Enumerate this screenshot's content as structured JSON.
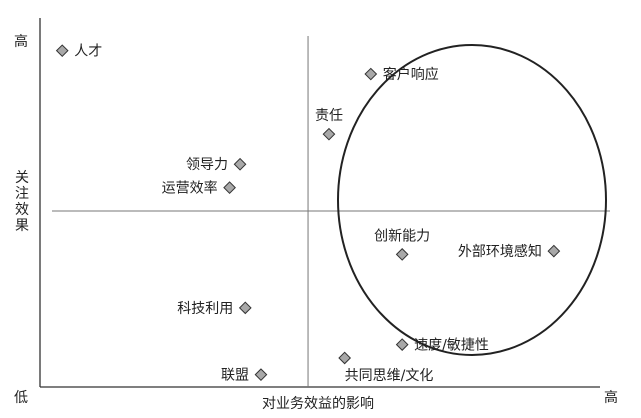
{
  "chart_data": {
    "type": "scatter",
    "xlabel": "对业务效益的影响",
    "ylabel": "关注效果",
    "x_low_label": "低",
    "x_high_label": "高",
    "y_high_label": "高",
    "marker_color": "#a8a8a8",
    "axis_color": "#333333",
    "divider_color": "#777777",
    "xlim": [
      0,
      100
    ],
    "ylim": [
      0,
      100
    ],
    "quadrant_split": {
      "x": 48,
      "y": 50
    },
    "points": [
      {
        "label": "人才",
        "x": 1,
        "y": 98,
        "label_side": "right"
      },
      {
        "label": "客户响应",
        "x": 60,
        "y": 91,
        "label_side": "right"
      },
      {
        "label": "责任",
        "x": 52,
        "y": 73,
        "label_side": "above"
      },
      {
        "label": "领导力",
        "x": 35,
        "y": 64,
        "label_side": "left"
      },
      {
        "label": "运营效率",
        "x": 33,
        "y": 57,
        "label_side": "left"
      },
      {
        "label": "创新能力",
        "x": 66,
        "y": 37,
        "label_side": "above"
      },
      {
        "label": "外部环境感知",
        "x": 95,
        "y": 38,
        "label_side": "left"
      },
      {
        "label": "科技利用",
        "x": 36,
        "y": 21,
        "label_side": "left"
      },
      {
        "label": "速度/敏捷性",
        "x": 66,
        "y": 10,
        "label_side": "right"
      },
      {
        "label": "共同思维/文化",
        "x": 55,
        "y": 6,
        "label_side": "below"
      },
      {
        "label": "联盟",
        "x": 39,
        "y": 1,
        "label_side": "left"
      }
    ]
  }
}
